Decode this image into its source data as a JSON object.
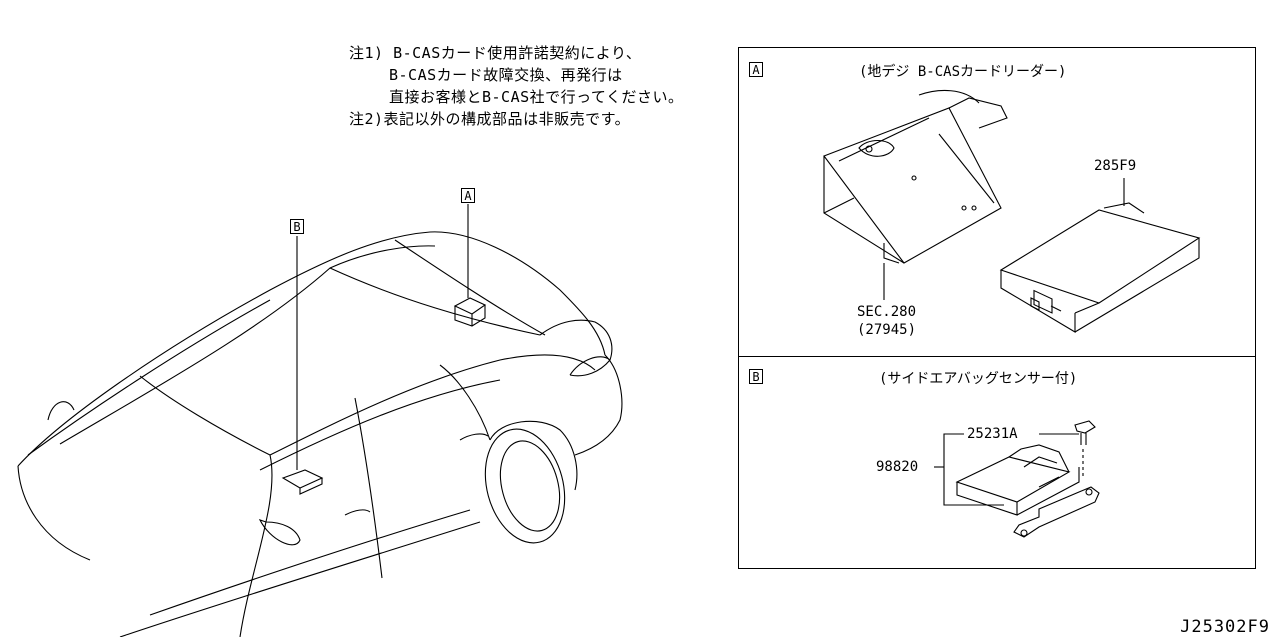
{
  "notes": {
    "note1_line1": "注1) B-CASカード使用許諾契約により、",
    "note1_line2": "B-CASカード故障交換、再発行は",
    "note1_line3": "直接お客様とB-CAS社で行ってください。",
    "note2": "注2)表記以外の構成部品は非販売です。"
  },
  "car": {
    "callout_a": "A",
    "callout_b": "B"
  },
  "panel_a": {
    "letter": "A",
    "caption": "(地デジ B-CASカードリーダー)",
    "part_reader": "285F9",
    "part_sec": "SEC.280",
    "part_sec_sub": "(27945)"
  },
  "panel_b": {
    "letter": "B",
    "caption": "(サイドエアバッグセンサー付)",
    "part_bolt": "25231A",
    "part_sensor": "98820"
  },
  "diagram_id": "J25302F9"
}
